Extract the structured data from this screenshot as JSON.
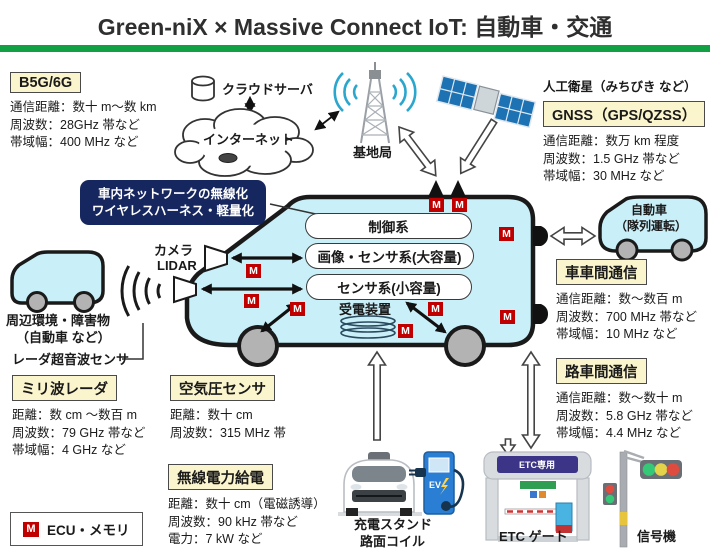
{
  "title": "Green-niX × Massive Connect IoT: 自動車・交通",
  "colors": {
    "accent_green": "#12a045",
    "panel_yellow": "#fbf5cd",
    "vehicle_cyan": "#c9eff8",
    "navy": "#16265e",
    "m_red": "#c00000",
    "wave_blue": "#2ba6cd"
  },
  "m_marker": "M",
  "legend": {
    "label": "ECU・メモリ"
  },
  "cloud": {
    "server": "クラウドサーバ",
    "internet": "インターネット"
  },
  "base_station": {
    "label": "基地局"
  },
  "satellite": {
    "caption": "人工衛星（みちびき など）"
  },
  "panels": {
    "b5g": {
      "title": "B5G/6G",
      "lines": [
        "通信距離：数十 m～数 km",
        "周波数：28GHz 帯など",
        "帯域幅：400 MHz など"
      ]
    },
    "gnss": {
      "title": "GNSS（GPS/QZSS）",
      "lines": [
        "通信距離：数万 km 程度",
        "周波数：1.5 GHz 帯など",
        "帯域幅：30 MHz など"
      ]
    },
    "mmwave": {
      "title": "ミリ波レーダ",
      "lines": [
        "距離：数 cm ～数百 m",
        "周波数：79 GHz 帯など",
        "帯域幅：4 GHz など"
      ]
    },
    "tire": {
      "title": "空気圧センサ",
      "lines": [
        "距離：数十 cm",
        "周波数：315 MHz 帯"
      ]
    },
    "wireless_power": {
      "title": "無線電力給電",
      "lines": [
        "距離：数十 cm（電磁誘導）",
        "周波数：90 kHz 帯など",
        "電力：7 kW など"
      ]
    },
    "v2v": {
      "title": "車車間通信",
      "lines": [
        "通信距離：数～数百 m",
        "周波数：700 MHz 帯など",
        "帯域幅：10 MHz など"
      ]
    },
    "v2i": {
      "title": "路車間通信",
      "lines": [
        "通信距離：数～数十 m",
        "周波数：5.8 GHz 帯など",
        "帯域幅：4.4 MHz など"
      ]
    }
  },
  "vehicle": {
    "callout_line1": "車内ネットワークの無線化",
    "callout_line2": "ワイヤレスハーネス・軽量化",
    "systems": [
      "制御系",
      "画像・センサ系(大容量)",
      "センサ系(小容量)"
    ],
    "power_receiver": "受電装置",
    "camera": "カメラ",
    "lidar": "LIDAR"
  },
  "surroundings": {
    "line1": "周辺環境・障害物",
    "line2": "（自動車 など）",
    "sensor_label": "レーダ超音波センサ"
  },
  "platoon": {
    "line1": "自動車",
    "line2": "（隊列運転）"
  },
  "bottom": {
    "charging_line1": "充電スタンド",
    "charging_line2": "路面コイル",
    "etc_gate": "ETC ゲート",
    "etc_sign": "ETC専用",
    "traffic_light": "信号機",
    "ev_label": "EV"
  }
}
